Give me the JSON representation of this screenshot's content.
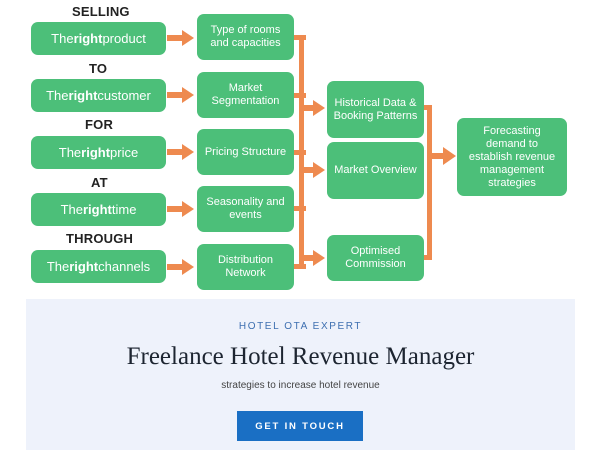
{
  "diagram": {
    "connectors": [
      "SELLING",
      "TO",
      "FOR",
      "AT",
      "THROUGH"
    ],
    "left_items": [
      {
        "prefix": "The ",
        "emphasis": "right",
        "suffix": " product"
      },
      {
        "prefix": "The ",
        "emphasis": "right",
        "suffix": " customer"
      },
      {
        "prefix": "The ",
        "emphasis": "right",
        "suffix": " price"
      },
      {
        "prefix": "The ",
        "emphasis": "right",
        "suffix": " time"
      },
      {
        "prefix": "The ",
        "emphasis": "right",
        "suffix": " channels"
      }
    ],
    "middle_items": [
      "Type of rooms and capacities",
      "Market Segmentation",
      "Pricing Structure",
      "Seasonality and events",
      "Distribution Network"
    ],
    "analysis_items": [
      "Historical Data & Booking Patterns",
      "Market Overview",
      "Optimised Commission"
    ],
    "result": "Forecasting demand to establish revenue management strategies",
    "colors": {
      "box": "#4cbf79",
      "arrow": "#ee8a4f"
    }
  },
  "banner": {
    "eyebrow": "HOTEL OTA EXPERT",
    "title": "Freelance Hotel Revenue Manager",
    "subtitle": "strategies to increase hotel revenue",
    "cta_label": "GET IN TOUCH"
  }
}
